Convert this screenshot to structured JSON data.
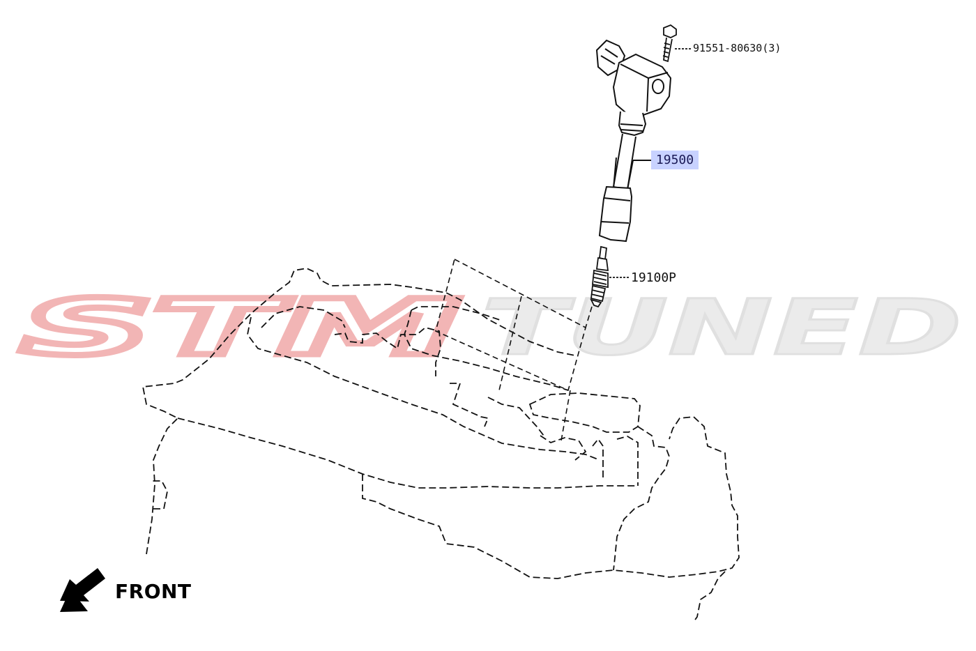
{
  "watermark": {
    "part1": "STM",
    "part2": "TUNED",
    "part1_color": "#f4b3b3",
    "part2_color": "#e6e6e6"
  },
  "parts": [
    {
      "id": "bolt",
      "label": "91551-80630(3)"
    },
    {
      "id": "ignition-coil",
      "label": "19500",
      "highlight_color": "#c8d2ff"
    },
    {
      "id": "spark-plug",
      "label": "19100P"
    }
  ],
  "direction": {
    "label": "FRONT",
    "icon": "arrow-left-down-icon"
  },
  "colors": {
    "line": "#111111",
    "background": "#ffffff"
  }
}
